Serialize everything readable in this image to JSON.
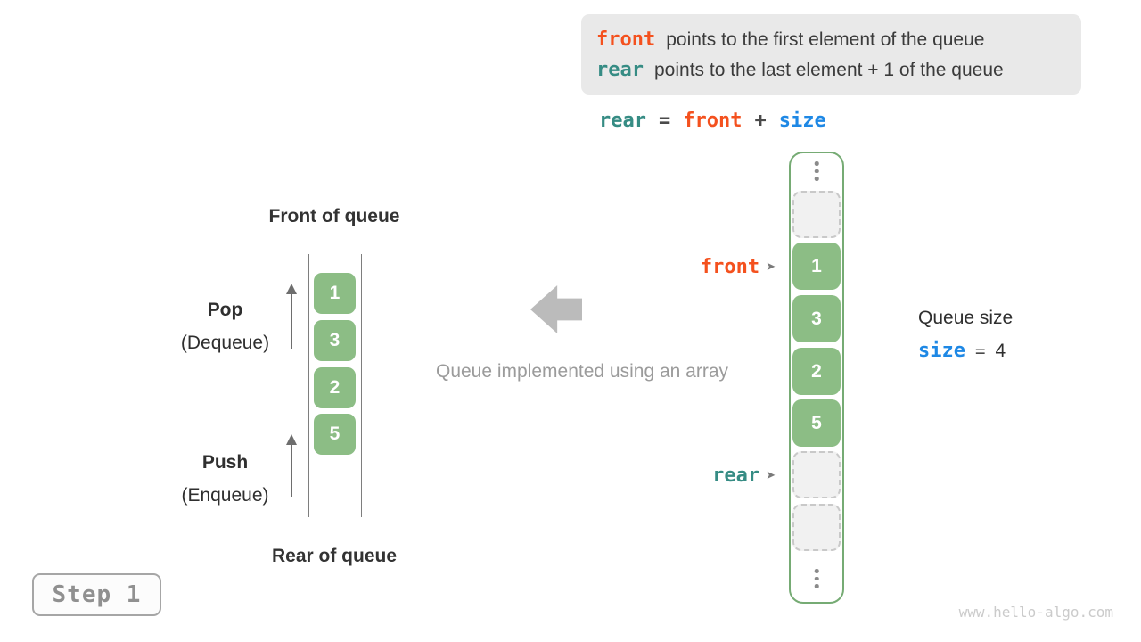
{
  "info_box": {
    "lines": [
      {
        "code": "front",
        "text": "points to the first element of the queue"
      },
      {
        "code": "rear",
        "text": "points to the last element + 1 of the queue"
      }
    ]
  },
  "formula": {
    "tokens": [
      {
        "text": "rear"
      },
      {
        "text": "="
      },
      {
        "text": "front"
      },
      {
        "text": "+"
      },
      {
        "text": "size"
      }
    ]
  },
  "left_queue": {
    "front_label": "Front of queue",
    "rear_label": "Rear of queue",
    "pop_label": "Pop",
    "pop_sublabel": "(Dequeue)",
    "push_label": "Push",
    "push_sublabel": "(Enqueue)",
    "values": [
      "1",
      "3",
      "2",
      "5"
    ]
  },
  "center": {
    "caption": "Queue implemented using an array"
  },
  "array": {
    "front_pointer": "front",
    "rear_pointer": "rear",
    "pointer_arrow": "➤",
    "values": [
      "1",
      "3",
      "2",
      "5"
    ]
  },
  "size_info": {
    "title": "Queue size",
    "var": "size",
    "equals": "=",
    "value": "4"
  },
  "step_badge": "Step 1",
  "watermark": "www.hello-algo.com",
  "colors": {
    "front_accent": "#F4511E",
    "rear_accent": "#368C84",
    "size_accent": "#1E88E5",
    "cell_green": "#8CBD85",
    "frame_green": "#76AB74",
    "info_box_bg": "#E9E9E9",
    "muted_gray": "#9B9B9B"
  }
}
